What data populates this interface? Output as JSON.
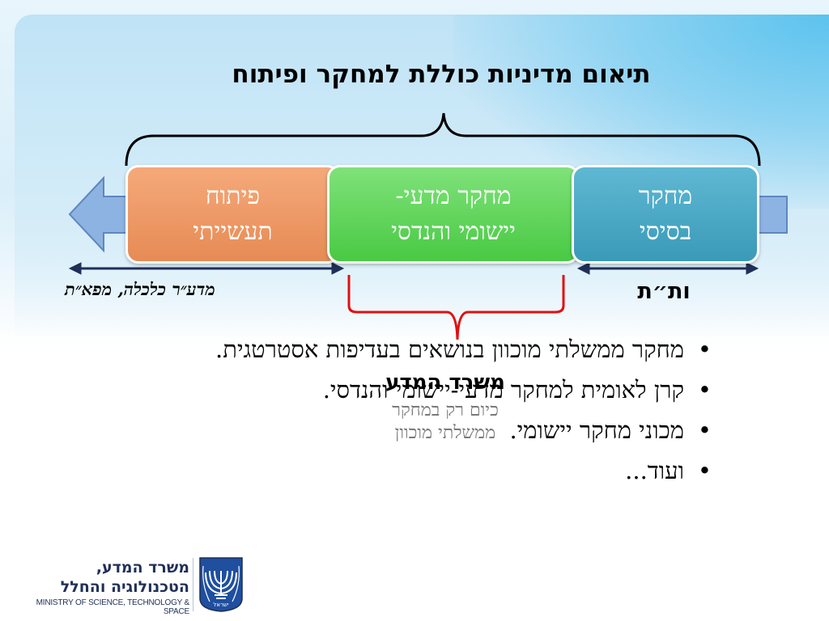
{
  "title": "תיאום מדיניות כוללת למחקר ופיתוח",
  "boxes": {
    "development": {
      "line1": "פיתוח",
      "line2": "תעשייתי"
    },
    "applied": {
      "line1": "מחקר מדעי-",
      "line2": "יישומי והנדסי"
    },
    "basic": {
      "line1": "מחקר",
      "line2": "בסיסי"
    }
  },
  "labels": {
    "left_range": "מדע״ר כלכלה, מפא״ת",
    "right_range": "ות״ת"
  },
  "ministry_overlay": {
    "title": "משרד המדע",
    "subtitle_line1": "כיום רק במחקר",
    "subtitle_line2": "ממשלתי מוכוון"
  },
  "bullets": [
    "מחקר ממשלתי מוכוון בנושאים בעדיפות אסטרטגית.",
    "קרן לאומית למחקר מדעי-יישומי והנדסי.",
    "מכוני מחקר יישומי.",
    "ועוד..."
  ],
  "footer": {
    "hebrew_line1": "משרד המדע,",
    "hebrew_line2": "הטכנולוגיה והחלל",
    "english": "MINISTRY OF SCIENCE, TECHNOLOGY & SPACE",
    "emblem_text": "ישראל"
  },
  "colors": {
    "development_box": "#e68b55",
    "applied_box": "#49c944",
    "basic_box": "#3a9ab8",
    "arrow": "#7ea6da",
    "bracket_red": "#e01010",
    "footer_navy": "#1f2f57"
  }
}
